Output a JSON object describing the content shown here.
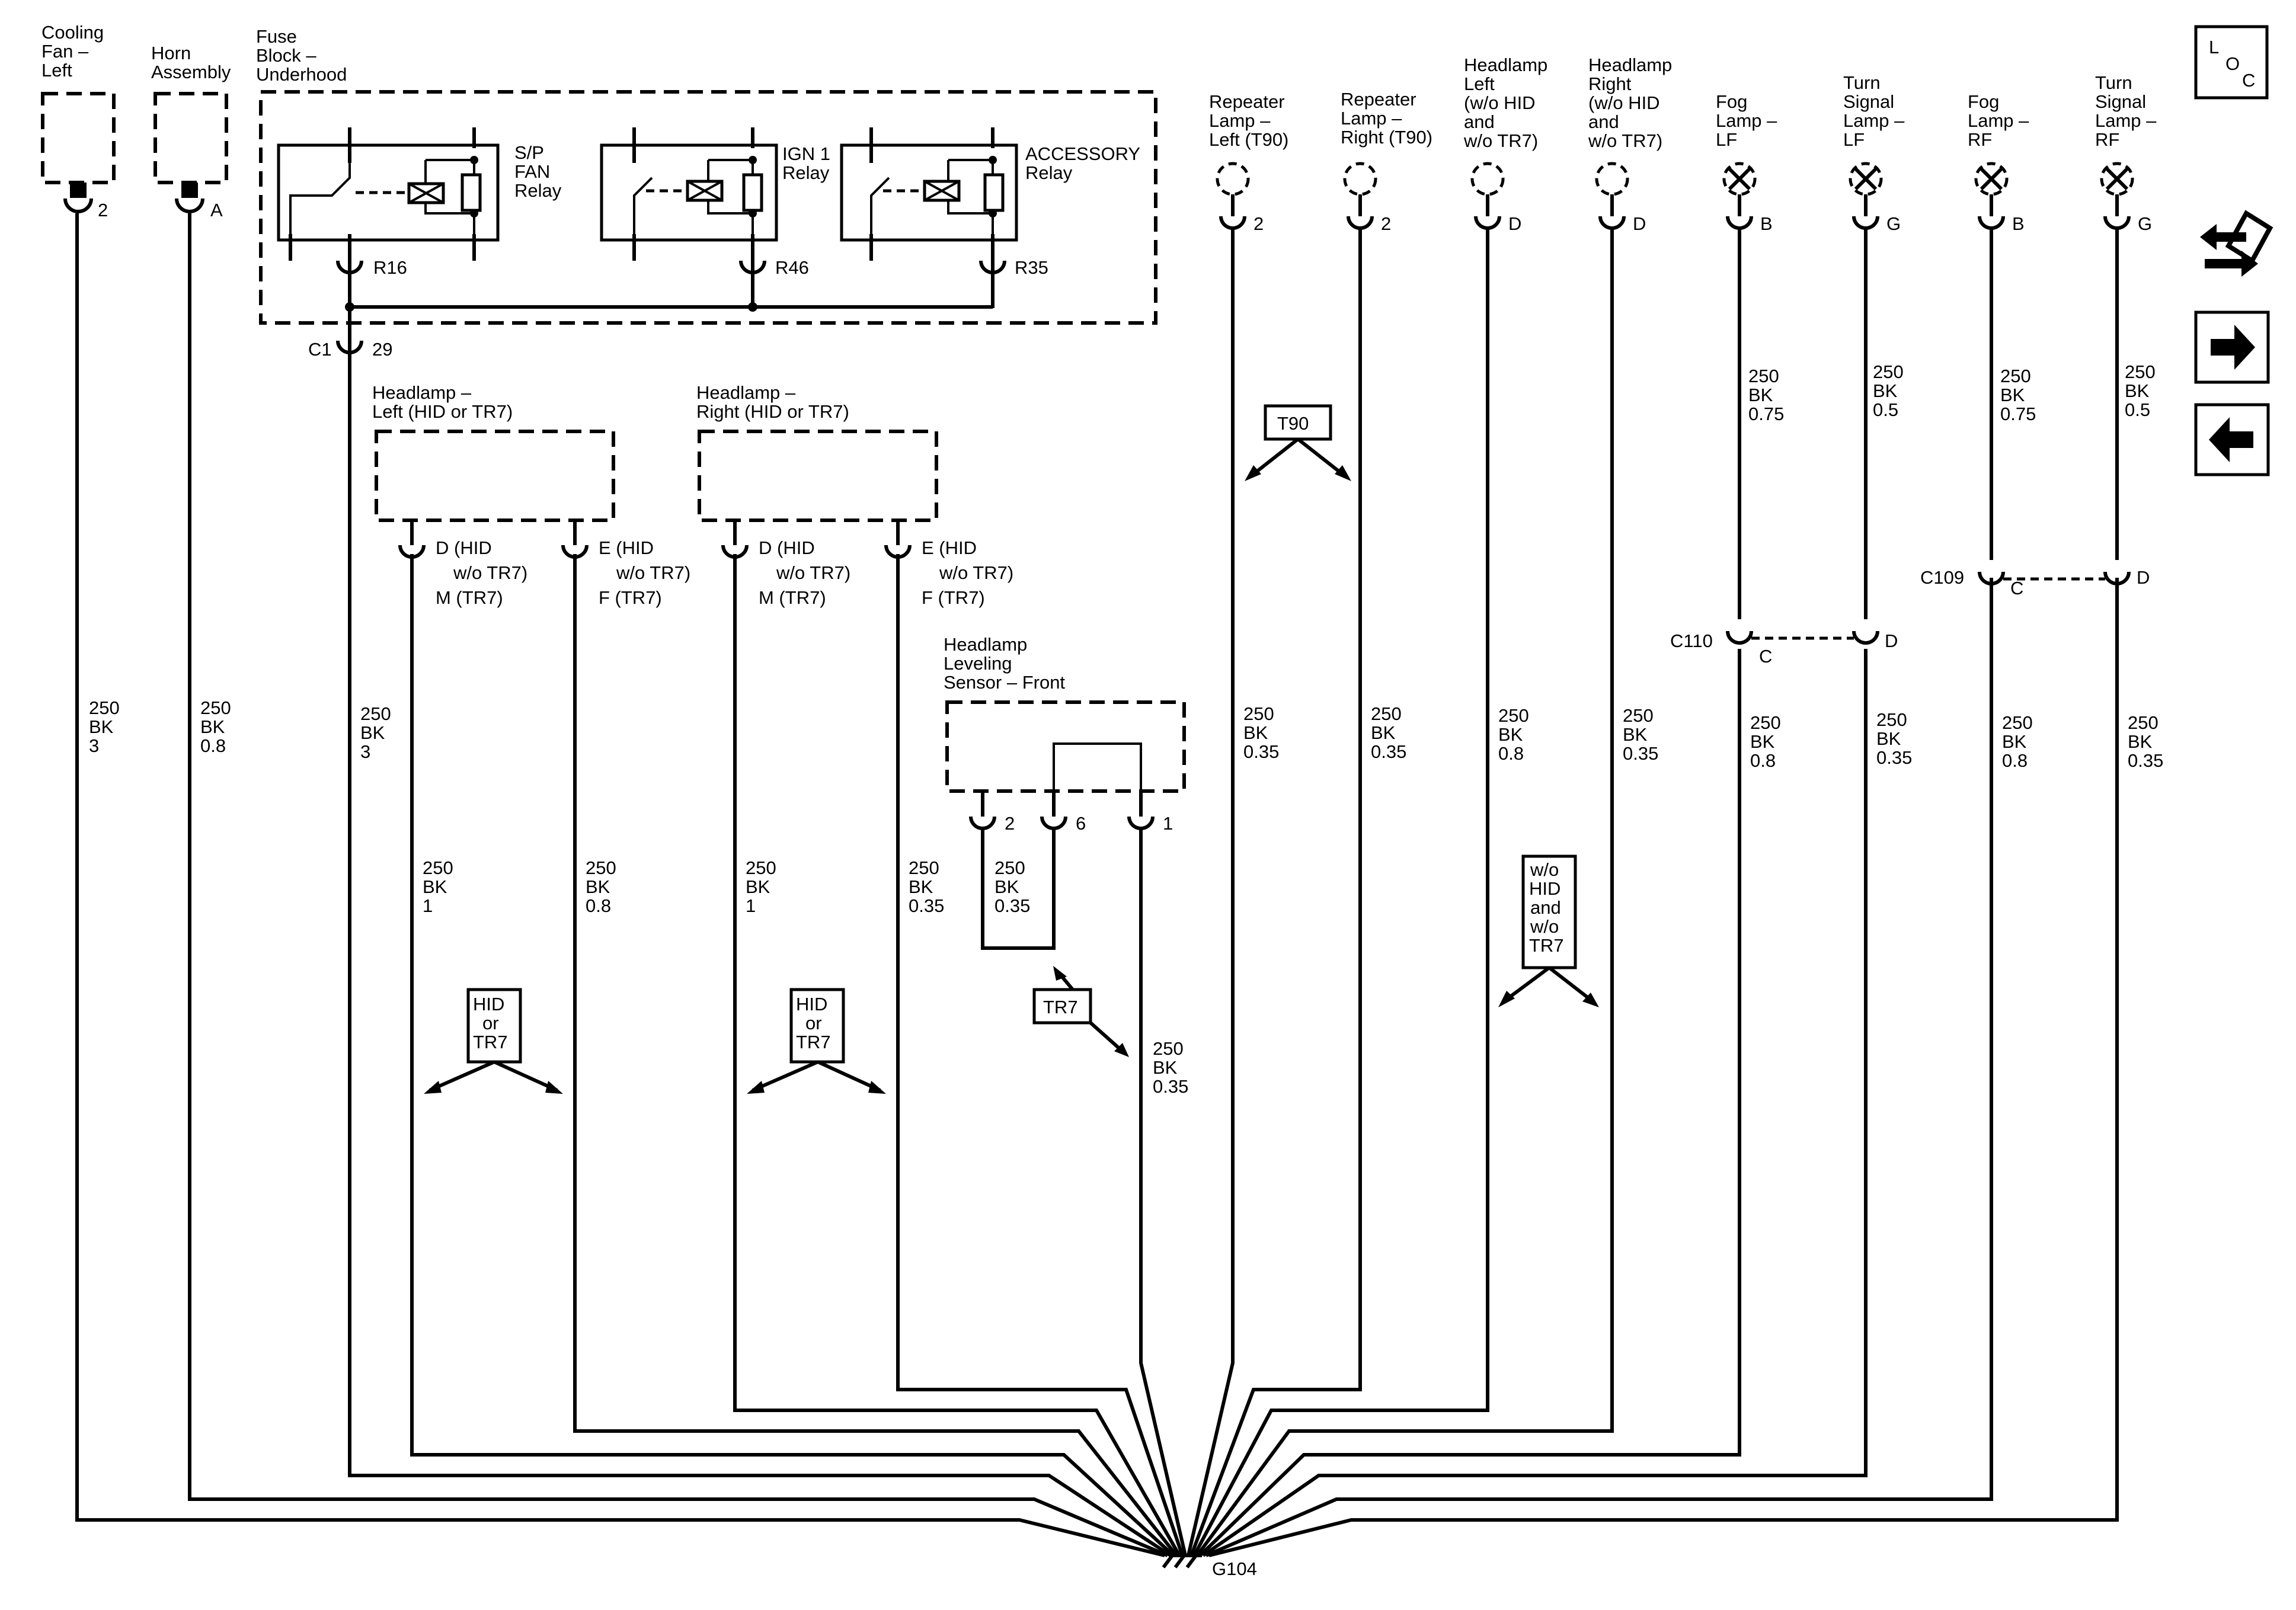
{
  "components": {
    "cooling_fan_left": [
      "Cooling",
      "Fan –",
      "Left"
    ],
    "horn_assembly": [
      "Horn",
      "Assembly"
    ],
    "fuse_block": [
      "Fuse",
      "Block –",
      "Underhood"
    ],
    "sp_fan_relay": [
      "S/P",
      "FAN",
      "Relay"
    ],
    "ign1_relay": [
      "IGN 1",
      "Relay"
    ],
    "accessory_relay": [
      "ACCESSORY",
      "Relay"
    ],
    "headlamp_left_hid": [
      "Headlamp –",
      "Left (HID or TR7)"
    ],
    "headlamp_right_hid": [
      "Headlamp –",
      "Right (HID or TR7)"
    ],
    "leveling_sensor": [
      "Headlamp",
      "Leveling",
      "Sensor – Front"
    ],
    "repeater_left": [
      "Repeater",
      "Lamp –",
      "Left (T90)"
    ],
    "repeater_right": [
      "Repeater",
      "Lamp –",
      "Right (T90)"
    ],
    "headlamp_left_nohid": [
      "Headlamp",
      "Left",
      "(w/o HID",
      "and",
      "w/o TR7)"
    ],
    "headlamp_right_nohid": [
      "Headlamp",
      "Right",
      "(w/o HID",
      "and",
      "w/o TR7)"
    ],
    "fog_lf": [
      "Fog",
      "Lamp –",
      "LF"
    ],
    "turn_lf": [
      "Turn",
      "Signal",
      "Lamp –",
      "LF"
    ],
    "fog_rf": [
      "Fog",
      "Lamp –",
      "RF"
    ],
    "turn_rf": [
      "Turn",
      "Signal",
      "Lamp –",
      "RF"
    ]
  },
  "pins": {
    "cooling_fan": "2",
    "horn": "A",
    "r16": "R16",
    "r46": "R46",
    "r35": "R35",
    "c1": "C1",
    "c1_pin": "29",
    "hl_left_d": [
      "D (HID",
      "w/o TR7)",
      "M (TR7)"
    ],
    "hl_left_e": [
      "E (HID",
      "w/o TR7)",
      "F (TR7)"
    ],
    "hl_right_d": [
      "D (HID",
      "w/o TR7)",
      "M (TR7)"
    ],
    "hl_right_e": [
      "E (HID",
      "w/o TR7)",
      "F (TR7)"
    ],
    "sensor_2": "2",
    "sensor_6": "6",
    "sensor_1": "1",
    "repeater_left": "2",
    "repeater_right": "2",
    "hl_left_nohid": "D",
    "hl_right_nohid": "D",
    "fog_lf": "B",
    "turn_lf": "G",
    "fog_rf": "B",
    "turn_rf": "G",
    "c110": "C110",
    "c110_c": "C",
    "c110_d": "D",
    "c109": "C109",
    "c109_c": "C",
    "c109_d": "D"
  },
  "wires": {
    "cooling_fan": [
      "250",
      "BK",
      "3"
    ],
    "horn": [
      "250",
      "BK",
      "0.8"
    ],
    "fuse_block": [
      "250",
      "BK",
      "3"
    ],
    "hl_left_d": [
      "250",
      "BK",
      "1"
    ],
    "hl_left_e": [
      "250",
      "BK",
      "0.8"
    ],
    "hl_right_d": [
      "250",
      "BK",
      "1"
    ],
    "hl_right_e": [
      "250",
      "BK",
      "0.35"
    ],
    "sensor_26": [
      "250",
      "BK",
      "0.35"
    ],
    "sensor_1": [
      "250",
      "BK",
      "0.35"
    ],
    "repeater_left": [
      "250",
      "BK",
      "0.35"
    ],
    "repeater_right": [
      "250",
      "BK",
      "0.35"
    ],
    "hl_left_nohid": [
      "250",
      "BK",
      "0.8"
    ],
    "hl_right_nohid": [
      "250",
      "BK",
      "0.35"
    ],
    "fog_lf_upper": [
      "250",
      "BK",
      "0.75"
    ],
    "turn_lf_upper": [
      "250",
      "BK",
      "0.5"
    ],
    "fog_rf_upper": [
      "250",
      "BK",
      "0.75"
    ],
    "turn_rf_upper": [
      "250",
      "BK",
      "0.5"
    ],
    "fog_lf_lower": [
      "250",
      "BK",
      "0.8"
    ],
    "turn_lf_lower": [
      "250",
      "BK",
      "0.35"
    ],
    "fog_rf_lower": [
      "250",
      "BK",
      "0.8"
    ],
    "turn_rf_lower": [
      "250",
      "BK",
      "0.35"
    ]
  },
  "options": {
    "hid_tr7_left": [
      "HID",
      "or",
      "TR7"
    ],
    "hid_tr7_right": [
      "HID",
      "or",
      "TR7"
    ],
    "tr7": "TR7",
    "t90": "T90",
    "wo_hid_tr7": [
      "w/o",
      "HID",
      "and",
      "w/o",
      "TR7"
    ]
  },
  "ground": "G104",
  "nav": {
    "loc": [
      "L",
      "O",
      "C"
    ],
    "connector_icon": "connector-icon",
    "next_icon": "arrow-right-icon",
    "prev_icon": "arrow-left-icon"
  }
}
